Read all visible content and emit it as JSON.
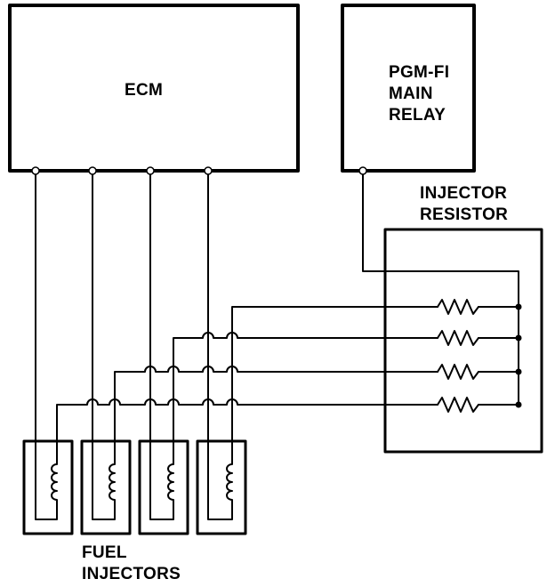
{
  "ecm": {
    "label": "ECM"
  },
  "relay": {
    "lines": [
      "PGM-FI",
      "MAIN",
      "RELAY"
    ]
  },
  "resistor": {
    "lines": [
      "INJECTOR",
      "RESISTOR"
    ],
    "count": 4
  },
  "injectors": {
    "lines": [
      "FUEL",
      "INJECTORS"
    ],
    "count": 4
  },
  "colors": {
    "line": "#000000",
    "background": "#ffffff"
  }
}
